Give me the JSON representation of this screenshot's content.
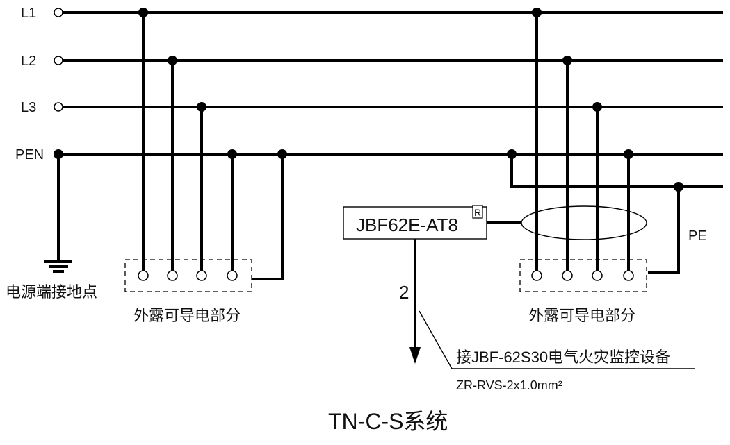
{
  "bus": {
    "l1": "L1",
    "l2": "L2",
    "l3": "L3",
    "pen": "PEN",
    "pe": "PE"
  },
  "ground": {
    "label": "电源端接地点"
  },
  "loads": {
    "left_label": "外露可导电部分",
    "right_label": "外露可导电部分"
  },
  "device": {
    "model": "JBF62E-AT8",
    "mark": "R",
    "cable_count": "2",
    "connect_note": "接JBF-62S30电气火灾监控设备",
    "cable_spec": "ZR-RVS-2x1.0mm²"
  },
  "title": "TN-C-S系统"
}
